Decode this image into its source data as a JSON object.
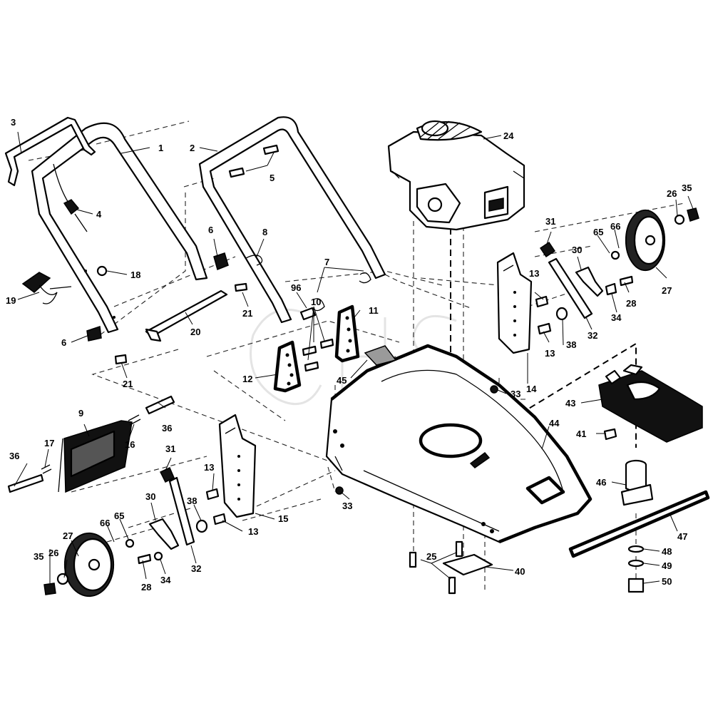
{
  "callouts": {
    "c1": "1",
    "c2": "2",
    "c3": "3",
    "c4": "4",
    "c5": "5",
    "c6a": "6",
    "c6b": "6",
    "c7": "7",
    "c8": "8",
    "c9": "9",
    "c10": "10",
    "c11": "11",
    "c12": "12",
    "c13a": "13",
    "c13b": "13",
    "c13c": "13",
    "c13d": "13",
    "c14": "14",
    "c15": "15",
    "c16": "16",
    "c17": "17",
    "c18": "18",
    "c19": "19",
    "c20": "20",
    "c21a": "21",
    "c21b": "21",
    "c24": "24",
    "c25": "25",
    "c26a": "26",
    "c26b": "26",
    "c27a": "27",
    "c27b": "27",
    "c28a": "28",
    "c28b": "28",
    "c30a": "30",
    "c30b": "30",
    "c31a": "31",
    "c31b": "31",
    "c32a": "32",
    "c32b": "32",
    "c33a": "33",
    "c33b": "33",
    "c34a": "34",
    "c34b": "34",
    "c35a": "35",
    "c35b": "35",
    "c36a": "36",
    "c36b": "36",
    "c38a": "38",
    "c38b": "38",
    "c40": "40",
    "c41": "41",
    "c43": "43",
    "c44": "44",
    "c45": "45",
    "c46": "46",
    "c47": "47",
    "c48": "48",
    "c49": "49",
    "c50": "50",
    "c65a": "65",
    "c65b": "65",
    "c66a": "66",
    "c66b": "66",
    "c96": "96"
  },
  "colors": {
    "line": "#000000",
    "background": "#ffffff",
    "shade": "#9a9a9a",
    "watermark": "#e4e4e4"
  }
}
